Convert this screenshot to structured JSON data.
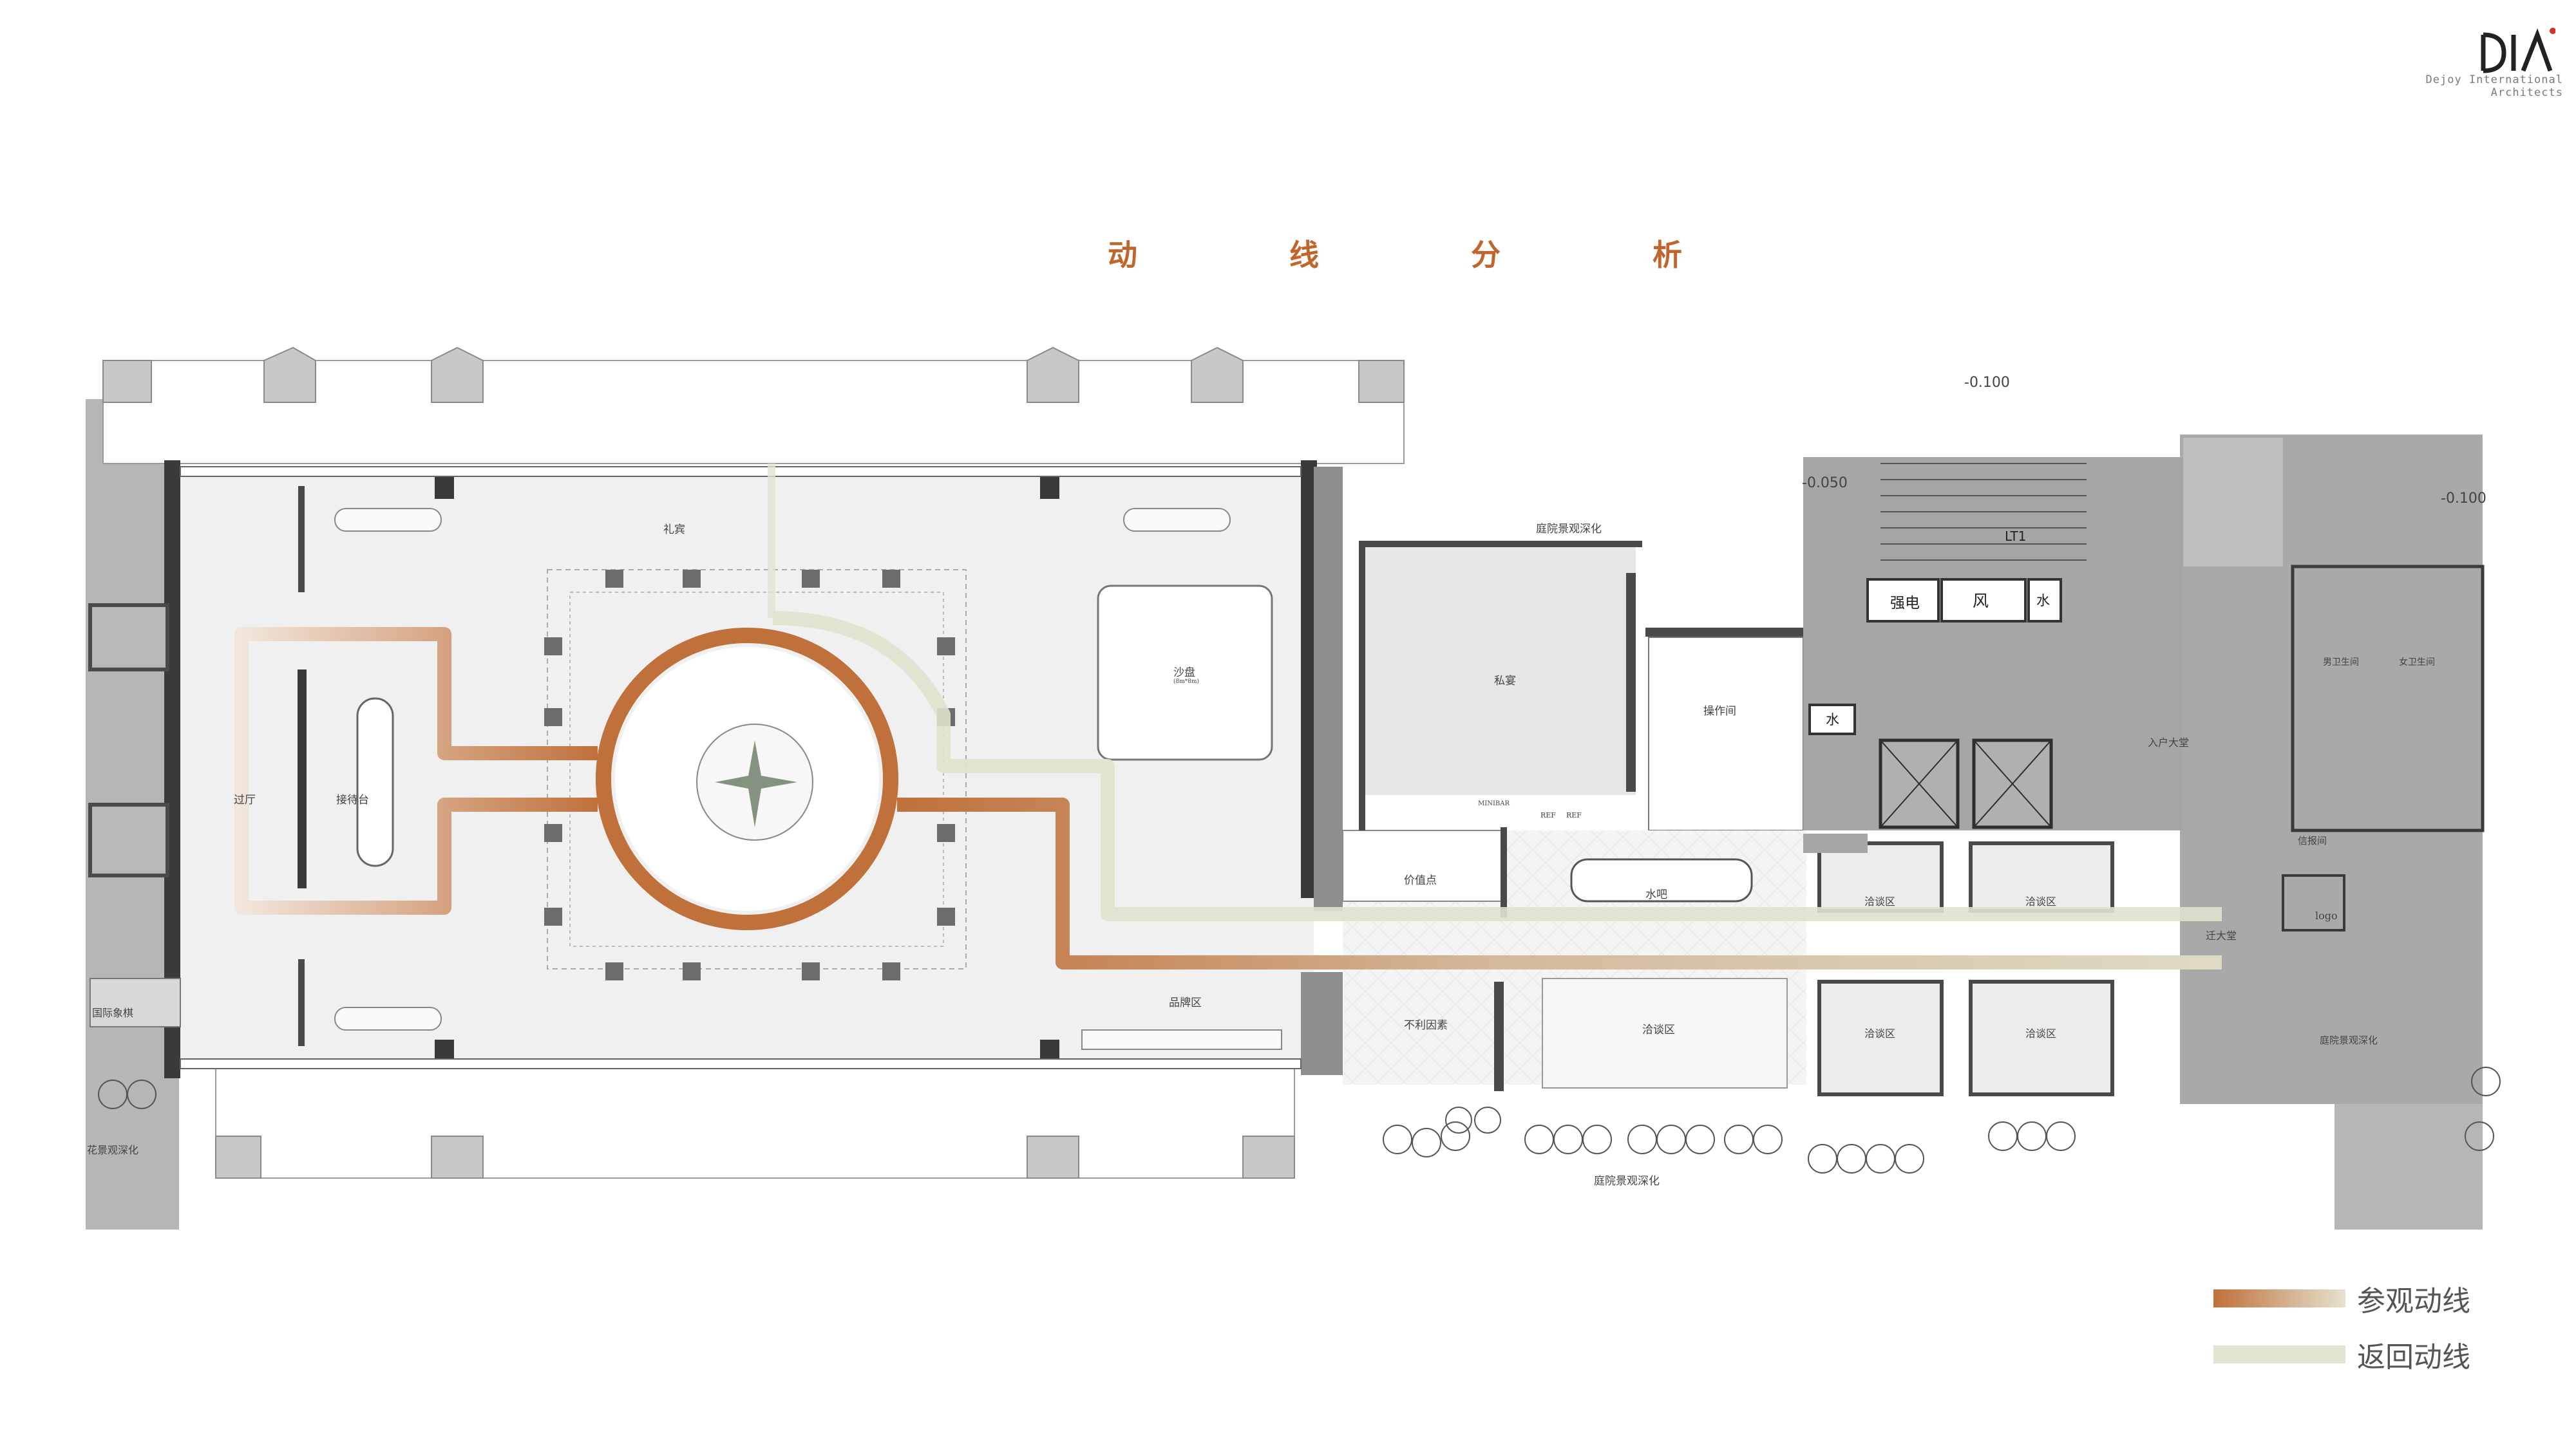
{
  "brand": {
    "logo_mark": "DIA",
    "company": "Dejoy International Architects"
  },
  "title": "动 线 分 析",
  "colors": {
    "visit_route": "#c0703a",
    "visit_route_fade": "#d6cdb6",
    "return_route": "#dfe2cc",
    "wall": "#3a3a3a",
    "core_gray": "#a8a8a8",
    "floor_light": "#efefef"
  },
  "legend": [
    {
      "label": "参观动线",
      "swatch": "visit-route"
    },
    {
      "label": "返回动线",
      "swatch": "return-route"
    }
  ],
  "rooms": {
    "reception": "礼宾",
    "sandtable": "沙盘",
    "sandtable_sub": "(8m*8m)",
    "hall": "过厅",
    "reception_desk": "接待台",
    "brand_zone": "品牌区",
    "chess": "国际象棋",
    "garden_left": "花景观深化",
    "garden_top": "庭院景观深化",
    "garden_bottom": "庭院景观深化",
    "garden_right": "庭院景观深化",
    "private_dining": "私宴",
    "operation_room": "操作间",
    "mini_bar": "MINIBAR",
    "ref1": "REF",
    "ref2": "REF",
    "value_point": "价值点",
    "water_bar": "水吧",
    "negative_factor": "不利因素",
    "nego_main": "洽谈区",
    "nego_1": "洽谈区",
    "nego_2": "洽谈区",
    "nego_3": "洽谈区",
    "nego_4": "洽谈区",
    "lobby_entry": "入户大堂",
    "move_out_lobby": "迁大堂",
    "mail_room": "信报间",
    "logo": "logo",
    "male_wc": "男卫生间",
    "female_wc": "女卫生间",
    "elec": "强电",
    "wind": "风",
    "water_top": "水",
    "water_side": "水",
    "lt": "LT1",
    "level_1": "-0.100",
    "level_2": "-0.100",
    "level_3": "-0.050"
  }
}
